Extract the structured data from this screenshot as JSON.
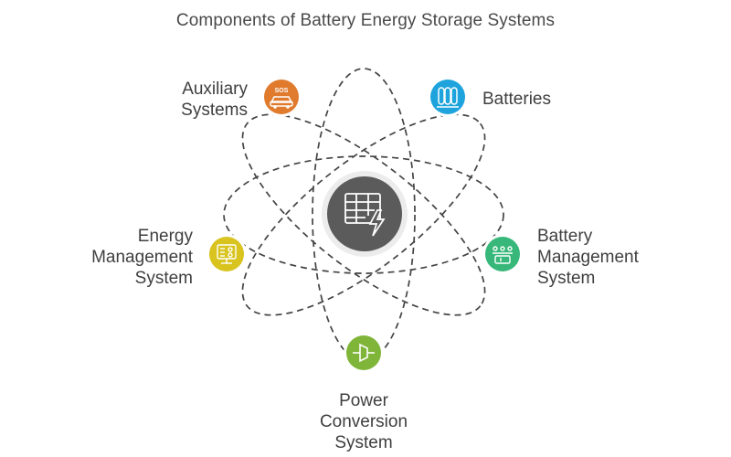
{
  "title": "Components of Battery Energy Storage Systems",
  "components": {
    "auxiliary": {
      "lines": [
        "Auxiliary",
        "Systems"
      ],
      "color": "#e07b2e",
      "icon": "sos-car-icon"
    },
    "batteries": {
      "lines": [
        "Batteries"
      ],
      "color": "#1fa3dc",
      "icon": "battery-cells-icon"
    },
    "bms": {
      "lines": [
        "Battery",
        "Management",
        "System"
      ],
      "color": "#37b87a",
      "icon": "battery-monitor-icon"
    },
    "pcs": {
      "lines": [
        "Power",
        "Conversion",
        "System"
      ],
      "color": "#7fb538",
      "icon": "power-plug-icon"
    },
    "ems": {
      "lines": [
        "Energy",
        "Management",
        "System"
      ],
      "color": "#d8c31f",
      "icon": "control-panel-icon"
    }
  },
  "center": {
    "color": "#5b5b5b",
    "icon": "grid-lightning-icon"
  }
}
